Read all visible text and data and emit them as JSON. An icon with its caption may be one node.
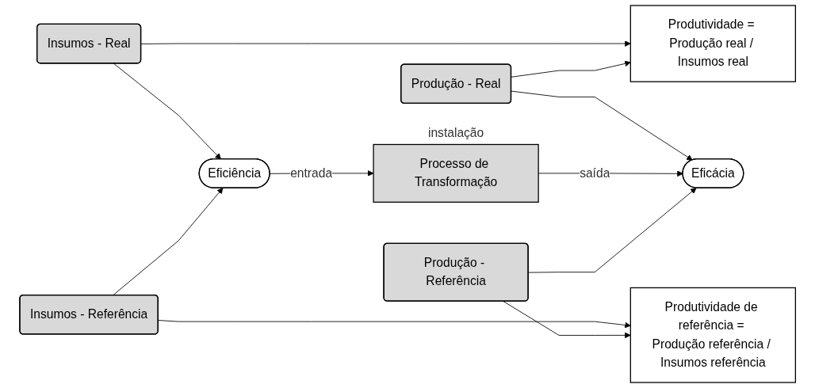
{
  "diagram": {
    "nodes": [
      {
        "text": [
          "Insumos - Real"
        ]
      },
      {
        "text": [
          "Produtividade = Produção real / Insumos real"
        ]
      },
      {
        "text": [
          "Produção - Real"
        ]
      },
      {
        "text": [
          "Eficiência"
        ]
      },
      {
        "text": [
          "Processo de Transformação"
        ],
        "beside": [
          "instalação"
        ]
      },
      {
        "text": [
          "Eficácia"
        ]
      },
      {
        "text": [
          "Insumos - Referência"
        ]
      },
      {
        "text": [
          "Produtividade de referência = Produção referência / Insumos referência"
        ]
      },
      {
        "text": [
          "Produção - Referência"
        ]
      }
    ],
    "edges": [
      {
        "from": 0,
        "to": 1,
        "arrow": "to"
      },
      {
        "from": 2,
        "to": 1,
        "arrow": "to"
      },
      {
        "from": 0,
        "to": 3,
        "arrow": "to"
      },
      {
        "from": 2,
        "to": 5,
        "arrow": "to"
      },
      {
        "from": 3,
        "to": 4,
        "label": "entrada",
        "arrow": "to"
      },
      {
        "from": 4,
        "to": 5,
        "label": "saída",
        "arrow": "to"
      },
      {
        "from": 6,
        "to": 3,
        "arrow": "to"
      },
      {
        "from": 8,
        "to": 5,
        "arrow": "to"
      },
      {
        "from": 6,
        "to": 7,
        "arrow": "to"
      },
      {
        "from": 8,
        "to": 7,
        "arrow": "to"
      }
    ]
  }
}
